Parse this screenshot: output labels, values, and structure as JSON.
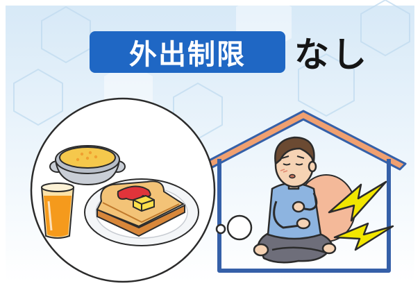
{
  "headline": {
    "badge_text": "外出制限",
    "tail_text": "なし",
    "badge_color": "#1f67c4",
    "tail_color": "#151515"
  },
  "illustration": {
    "background": "light-blue-hexagon-pattern",
    "house_roof_color": "#f0a070",
    "house_wall_color": "#3560a8",
    "thought_bubble_items": [
      "corn-soup-bowl",
      "orange-juice-glass",
      "toast-with-butter-and-jam"
    ],
    "person": "sick-man-sitting-cross-legged",
    "accent_color": "#f2e600"
  }
}
